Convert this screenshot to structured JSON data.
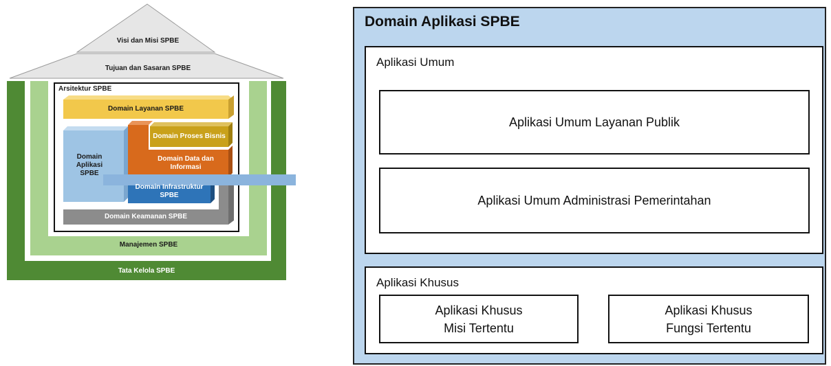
{
  "colors": {
    "roof": "#e8e8e8",
    "outer_green": "#4f8a34",
    "light_green": "#a9d28f",
    "yellow": "#f2c84b",
    "orange": "#d86a1c",
    "gold": "#c9a11b",
    "blue": "#2e74b8",
    "light_blue": "#9ec4e4",
    "gray": "#8c8c8c",
    "panel": "#bcd6ee",
    "arrow": "#8bb4dd"
  },
  "house": {
    "roof_top": "Visi dan Misi SPBE",
    "roof_bottom": "Tujuan dan Sasaran SPBE",
    "arsitektur": "Arsitektur SPBE",
    "layanan": "Domain Layanan SPBE",
    "aplikasi": "Domain Aplikasi SPBE",
    "proses": "Domain Proses Bisnis",
    "data": "Domain Data dan Informasi",
    "infrastruktur": "Domain Infrastruktur SPBE",
    "keamanan": "Domain Keamanan SPBE",
    "manajemen": "Manajemen SPBE",
    "tata_kelola": "Tata Kelola SPBE"
  },
  "panel": {
    "title": "Domain Aplikasi SPBE",
    "umum": {
      "label": "Aplikasi Umum",
      "layanan_publik": "Aplikasi Umum Layanan Publik",
      "administrasi": "Aplikasi Umum Administrasi Pemerintahan"
    },
    "khusus": {
      "label": "Aplikasi Khusus",
      "misi_line1": "Aplikasi Khusus",
      "misi_line2": "Misi Tertentu",
      "fungsi_line1": "Aplikasi Khusus",
      "fungsi_line2": "Fungsi Tertentu"
    }
  }
}
